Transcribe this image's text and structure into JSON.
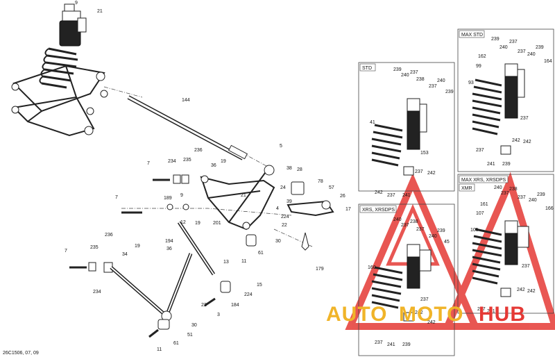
{
  "diagram": {
    "reference_code": "26C1506, 07, 09",
    "boxes": {
      "std": "STD",
      "max_std": "MAX STD",
      "xrs_xrsdps": "XRS, XRSDPS",
      "max_xrs_xrsdps": "MAX XRS, XRSDPS",
      "xmr": "XMR"
    },
    "callouts": [
      "9",
      "21",
      "144",
      "5",
      "236",
      "235",
      "234",
      "7",
      "19",
      "36",
      "38",
      "28",
      "78",
      "57",
      "26",
      "17",
      "24",
      "4",
      "39",
      "21",
      "201",
      "12",
      "189",
      "9",
      "19",
      "22",
      "224",
      "30",
      "61",
      "11",
      "179",
      "7",
      "194",
      "236",
      "235",
      "36",
      "34",
      "19",
      "7",
      "13",
      "15",
      "224",
      "184",
      "234",
      "22",
      "30",
      "51",
      "61",
      "11",
      "3",
      "239",
      "240",
      "237",
      "238",
      "237",
      "240",
      "239",
      "41",
      "153",
      "237",
      "242",
      "242",
      "237",
      "241",
      "239",
      "240",
      "237",
      "237",
      "240",
      "239",
      "164",
      "162",
      "99",
      "93",
      "237",
      "242",
      "242",
      "237",
      "241",
      "239",
      "240",
      "237",
      "238",
      "237",
      "240",
      "239",
      "45",
      "160",
      "237",
      "242",
      "242",
      "237",
      "241",
      "239",
      "240",
      "237",
      "238",
      "237",
      "240",
      "239",
      "166",
      "161",
      "107",
      "105",
      "237",
      "242",
      "242",
      "237",
      "241"
    ]
  },
  "watermark": {
    "text_a": "AUTO",
    "text_b": "MOTO",
    "text_c": "HUB",
    "color_gold": "#f0b429",
    "color_red": "#e53935"
  }
}
